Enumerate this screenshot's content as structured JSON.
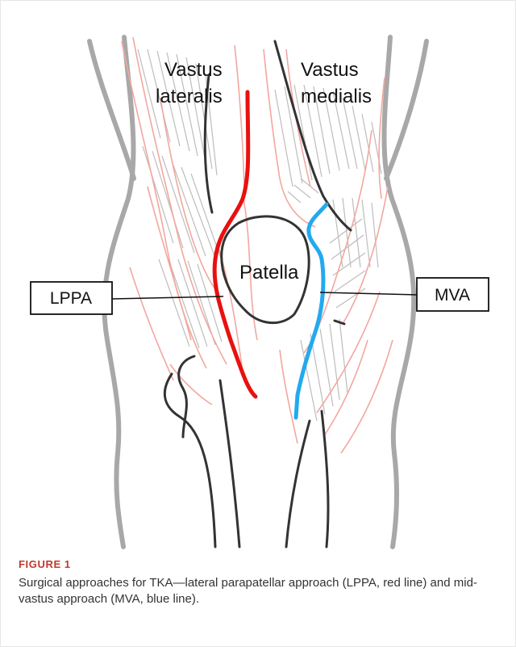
{
  "diagram": {
    "labels": {
      "vastus_lateralis_line1": "Vastus",
      "vastus_lateralis_line2": "lateralis",
      "vastus_medialis_line1": "Vastus",
      "vastus_medialis_line2": "medialis",
      "patella": "Patella",
      "lppa_box": "LPPA",
      "mva_box": "MVA"
    },
    "colors": {
      "lppa_line": "#e8110f",
      "mva_line": "#22aaee",
      "muscle_outline": "#f2a7a0",
      "muscle_fiber": "#b8b8b8",
      "bone_outline": "#333333",
      "skin_outline": "#a8a8a8"
    }
  },
  "caption": {
    "label": "FIGURE 1",
    "text": "Surgical approaches for TKA—lateral parapatellar approach (LPPA, red line) and mid-vastus approach (MVA, blue line)."
  }
}
